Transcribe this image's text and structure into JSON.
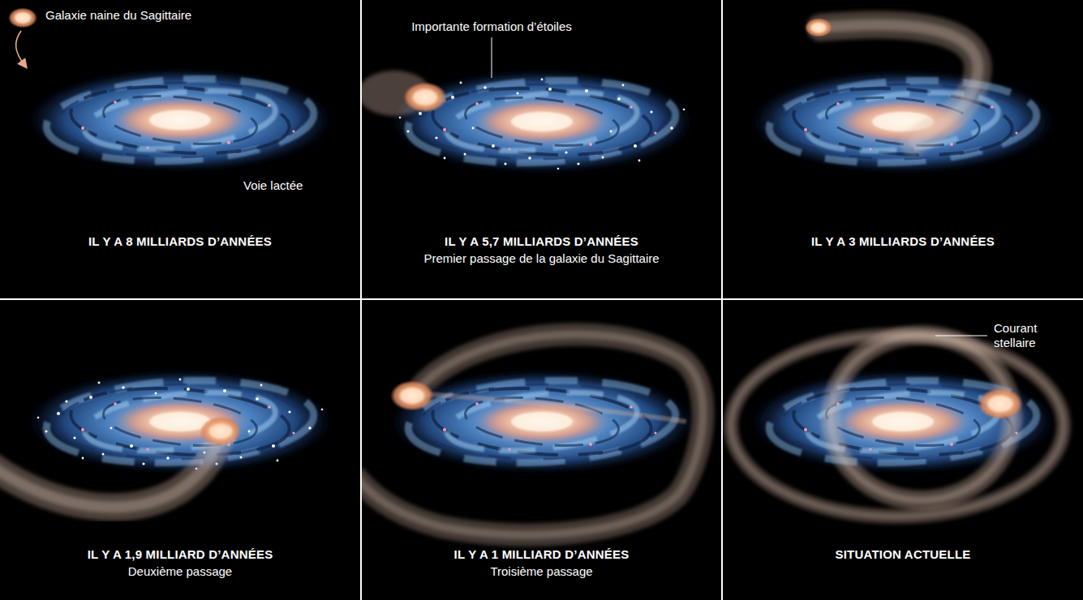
{
  "diagram": {
    "nodes": [
      {
        "text": [
          "IL Y A 8 MILLIARDS D’ANNÉES"
        ]
      },
      {
        "text": [
          "IL Y A 5,7 MILLIARDS D’ANNÉES",
          "Premier passage de la galaxie du Sagittaire"
        ]
      },
      {
        "text": [
          "IL Y A 3 MILLIARDS D’ANNÉES"
        ]
      },
      {
        "text": [
          "IL Y A 1,9 MILLIARD D’ANNÉES",
          "Deuxième passage"
        ]
      },
      {
        "text": [
          "IL Y A 1 MILLIARD D’ANNÉES",
          "Troisième passage"
        ]
      },
      {
        "text": [
          "SITUATION ACTUELLE"
        ]
      }
    ],
    "labels": [
      "Galaxie naine du Sagittaire",
      "Voie lactée",
      "Importante formation d’étoiles",
      "Courant stellaire"
    ]
  }
}
